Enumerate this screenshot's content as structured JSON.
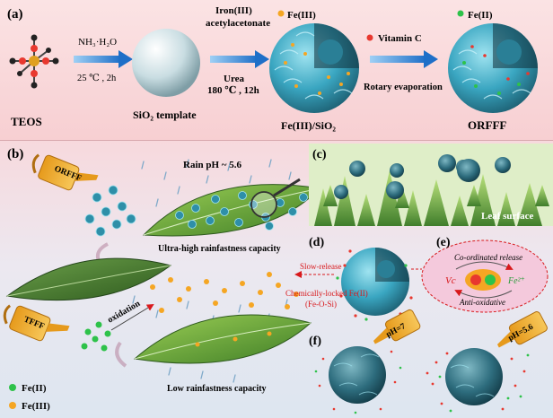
{
  "panel_a": {
    "label": "(a)",
    "teos": "TEOS",
    "step1_reagent": "NH₃·H₂O",
    "step1_condition": "25 ℃ ,  2h",
    "sio2": "SiO₂ template",
    "step2_reagent_1": "Iron(III)",
    "step2_reagent_2": "acetylacetonate",
    "step2_reagent_3": "Urea",
    "step2_condition": "180 ℃ ,  12h",
    "legend_fe3": "Fe(III)",
    "legend_vitc": "Vitamin C",
    "legend_fe2": "Fe(II)",
    "fe3_sio2": "Fe(III)/SiO₂",
    "step3": "Rotary evaporation",
    "orfff": "ORFFF"
  },
  "panel_b": {
    "label_b": "(b)",
    "label_c": "(c)",
    "label_d": "(d)",
    "label_e": "(e)",
    "label_f": "(f)",
    "rain": "Rain pH ~ 5.6",
    "can_orfff": "ORFFF",
    "can_tfff": "TFFF",
    "oxidation": "oxidation",
    "ultra": "Ultra-high rainfastness capacity",
    "low": "Low rainfastness capacity",
    "leaf_surface": "Leaf surface",
    "slow_release": "Slow-release",
    "chem_locked_1": "Chemically-locked Fe(II)",
    "chem_locked_2": "(Fe-O-Si)",
    "coordinated": "Co-ordinated release",
    "vc": "Vc",
    "fe2plus": "Fe²⁺",
    "anti_ox": "Anti-oxidative",
    "ph7": "pH=7",
    "ph56": "pH=5.6",
    "legend_fe2": "Fe(II)",
    "legend_fe3": "Fe(III)"
  },
  "colors": {
    "fe3": "#f5a623",
    "fe2": "#2ec24a",
    "vitc": "#e8382f",
    "particle": "#2e8fa8",
    "arrow": "#2a7fd4",
    "leaf": "#6aa83a",
    "red_text": "#d8191c"
  }
}
